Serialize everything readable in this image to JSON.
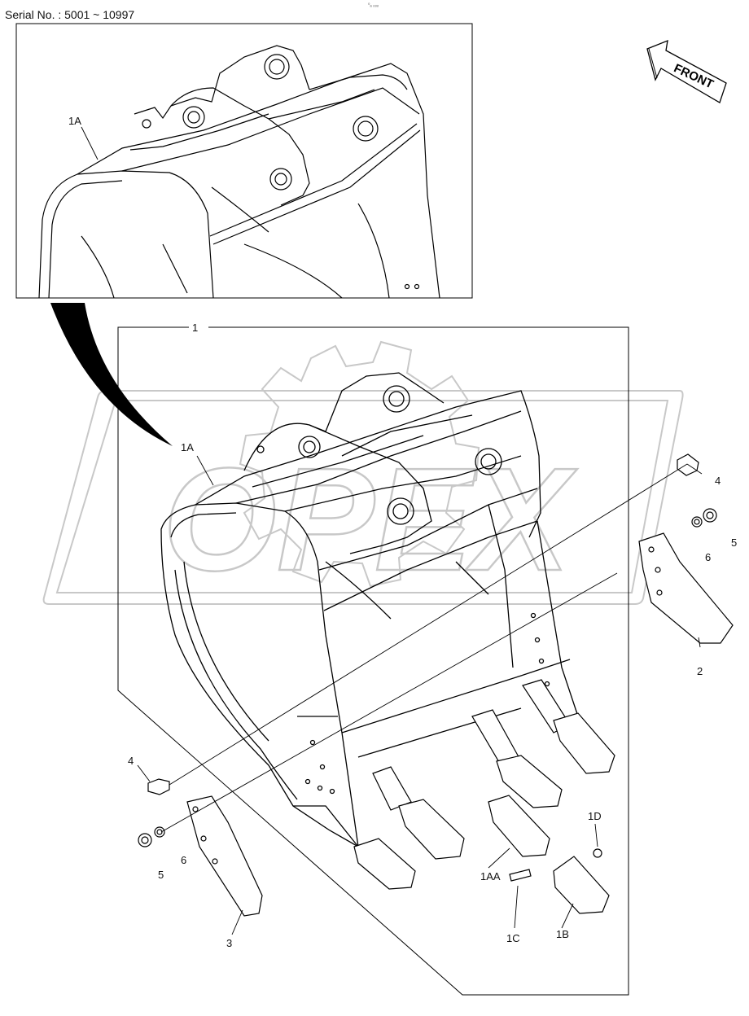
{
  "header": {
    "serial": "Serial No. : 5001 ~ 10997",
    "tiny_mark": "⁰ₐ ₒₒₒ"
  },
  "watermark": {
    "text": "OPEX"
  },
  "direction": {
    "label": "FRONT"
  },
  "detail_callout": {
    "label": "1A"
  },
  "assembly": {
    "label": "1"
  },
  "parts": [
    {
      "id": "part-1a",
      "label": "1A"
    },
    {
      "id": "part-4-right",
      "label": "4"
    },
    {
      "id": "part-5-right",
      "label": "5"
    },
    {
      "id": "part-6-right",
      "label": "6"
    },
    {
      "id": "part-2",
      "label": "2"
    },
    {
      "id": "part-4-left",
      "label": "4"
    },
    {
      "id": "part-6-left",
      "label": "6"
    },
    {
      "id": "part-5-left",
      "label": "5"
    },
    {
      "id": "part-3",
      "label": "3"
    },
    {
      "id": "part-1d",
      "label": "1D"
    },
    {
      "id": "part-1aa",
      "label": "1AA"
    },
    {
      "id": "part-1c",
      "label": "1C"
    },
    {
      "id": "part-1b",
      "label": "1B"
    }
  ]
}
